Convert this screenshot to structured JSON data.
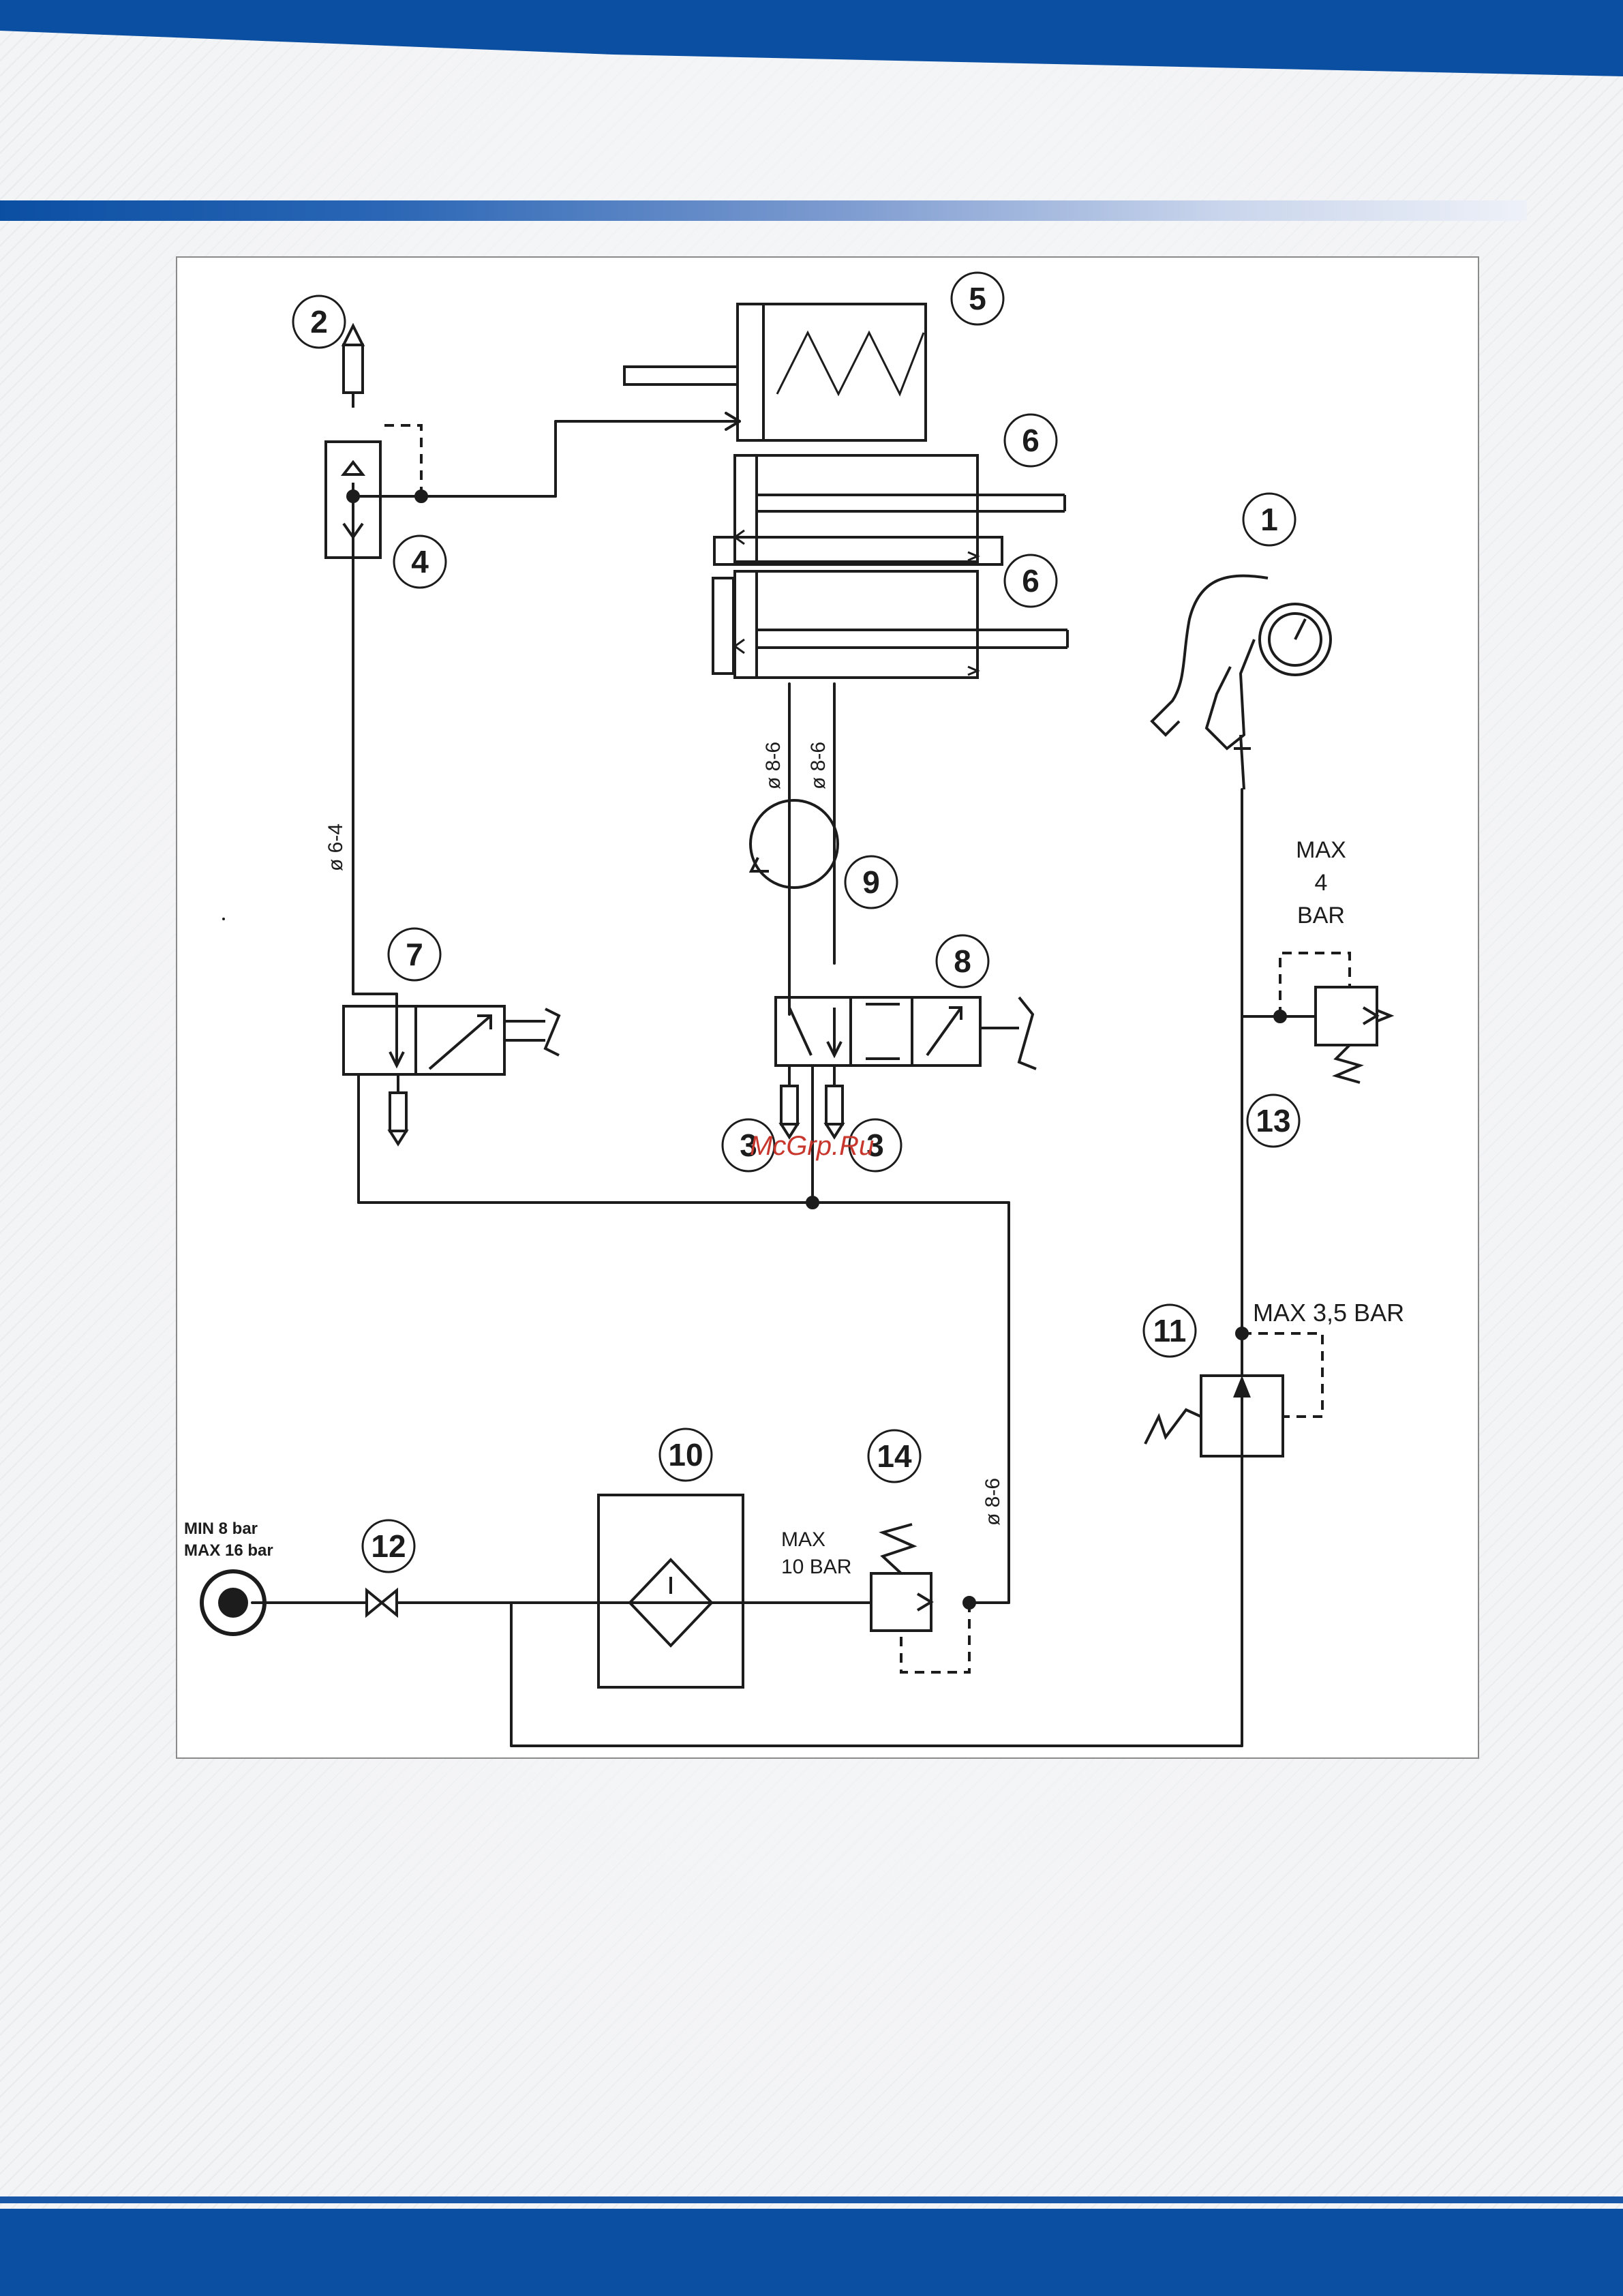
{
  "labels": {
    "gauge": "1",
    "silencer_top": "2",
    "silencer_left": "3",
    "silencer_right": "3",
    "valve_block": "4",
    "cylinder_spring": "5",
    "cylinder_mid": "6",
    "cylinder_low": "6",
    "valve_left": "7",
    "valve_center": "8",
    "pedal": "9",
    "filter": "10",
    "regulator": "11",
    "tap": "12",
    "relief_valve": "13",
    "safety_valve": "14"
  },
  "captions": {
    "pipe_top": "ø 6-4",
    "pipe_a": "ø 8-6",
    "pipe_b": "ø 8-6",
    "pipe_right": "ø 8-6",
    "relief_max_line1": "MAX",
    "relief_max_line2": "4",
    "relief_max_line3": "BAR",
    "regulator_max": "MAX 3,5 BAR",
    "safety_max_line1": "MAX",
    "safety_max_line2": "10 BAR",
    "inlet_min": "MIN 8 bar",
    "inlet_max": "MAX 16 bar"
  },
  "watermark": "McGrp.Ru",
  "colors": {
    "brand_blue": "#0b4fa3",
    "line": "#1c1c1c",
    "watermark": "#c8372d"
  }
}
